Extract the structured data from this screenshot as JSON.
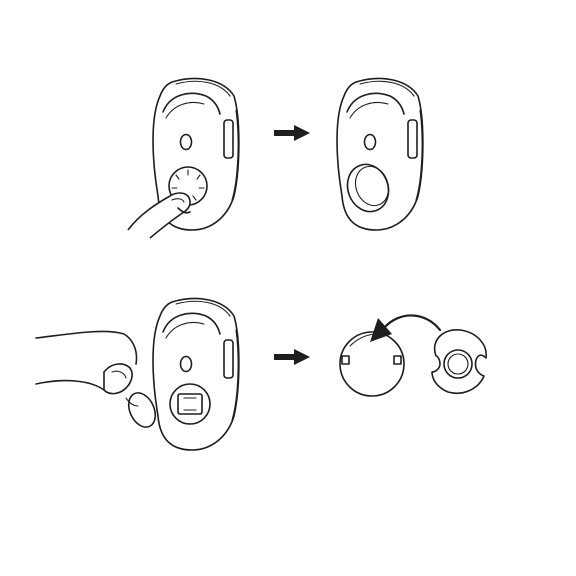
{
  "illustration": {
    "steps": [
      {
        "id": 1,
        "depicts": "press-cover-release"
      },
      {
        "id": 2,
        "depicts": "cover-popped-open"
      },
      {
        "id": 3,
        "depicts": "remove-cover-from-mouse"
      },
      {
        "id": 4,
        "depicts": "swap-cover-insert"
      }
    ],
    "stroke_color": "#1e1e1e",
    "background": "#ffffff"
  }
}
